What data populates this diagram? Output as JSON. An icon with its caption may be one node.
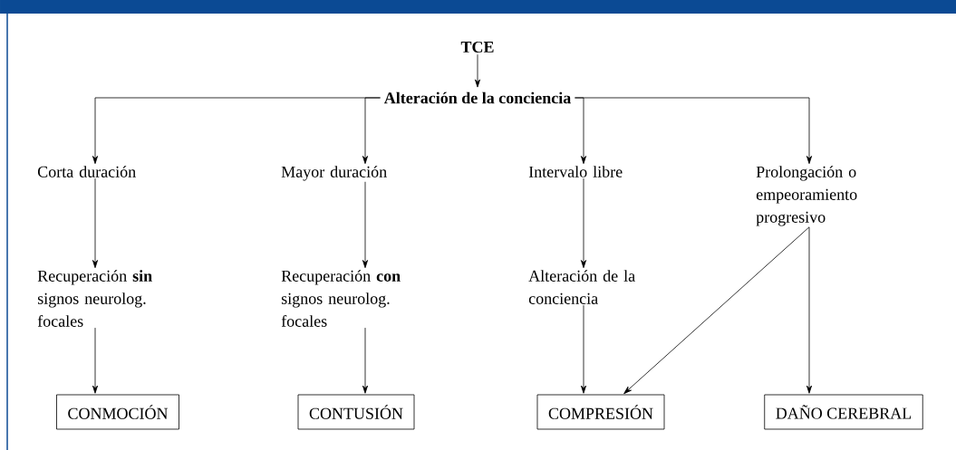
{
  "diagram": {
    "nodes": [
      {
        "text": [
          "TCE"
        ]
      },
      {
        "text": [
          "Alteración de la conciencia"
        ]
      },
      {
        "text": [
          "Corta duración"
        ]
      },
      {
        "text": [
          "Mayor duración"
        ]
      },
      {
        "text": [
          "Intervalo libre"
        ]
      },
      {
        "text": [
          "Prolongación o empeoramiento progresivo"
        ]
      },
      {
        "text": [
          "Recuperación **sin** signos neurolog. focales"
        ]
      },
      {
        "text": [
          "Recuperación **con** signos neurolog. focales"
        ]
      },
      {
        "text": [
          "Alteración de la conciencia"
        ]
      },
      {
        "text": [
          "CONMOCIÓN"
        ]
      },
      {
        "text": [
          "CONTUSIÓN"
        ]
      },
      {
        "text": [
          "COMPRESIÓN"
        ]
      },
      {
        "text": [
          "DAÑO CEREBRAL"
        ]
      }
    ],
    "edges": [
      {
        "from": 0,
        "to": 1,
        "arrow": "to"
      },
      {
        "from": 1,
        "to": 2,
        "arrow": "to"
      },
      {
        "from": 1,
        "to": 3,
        "arrow": "to"
      },
      {
        "from": 1,
        "to": 4,
        "arrow": "to"
      },
      {
        "from": 1,
        "to": 5,
        "arrow": "to"
      },
      {
        "from": 2,
        "to": 6,
        "arrow": "to"
      },
      {
        "from": 3,
        "to": 7,
        "arrow": "to"
      },
      {
        "from": 4,
        "to": 8,
        "arrow": "to"
      },
      {
        "from": 6,
        "to": 9,
        "arrow": "to"
      },
      {
        "from": 7,
        "to": 10,
        "arrow": "to"
      },
      {
        "from": 8,
        "to": 11,
        "arrow": "to"
      },
      {
        "from": 5,
        "to": 11,
        "arrow": "to"
      },
      {
        "from": 5,
        "to": 12,
        "arrow": "to"
      }
    ]
  }
}
